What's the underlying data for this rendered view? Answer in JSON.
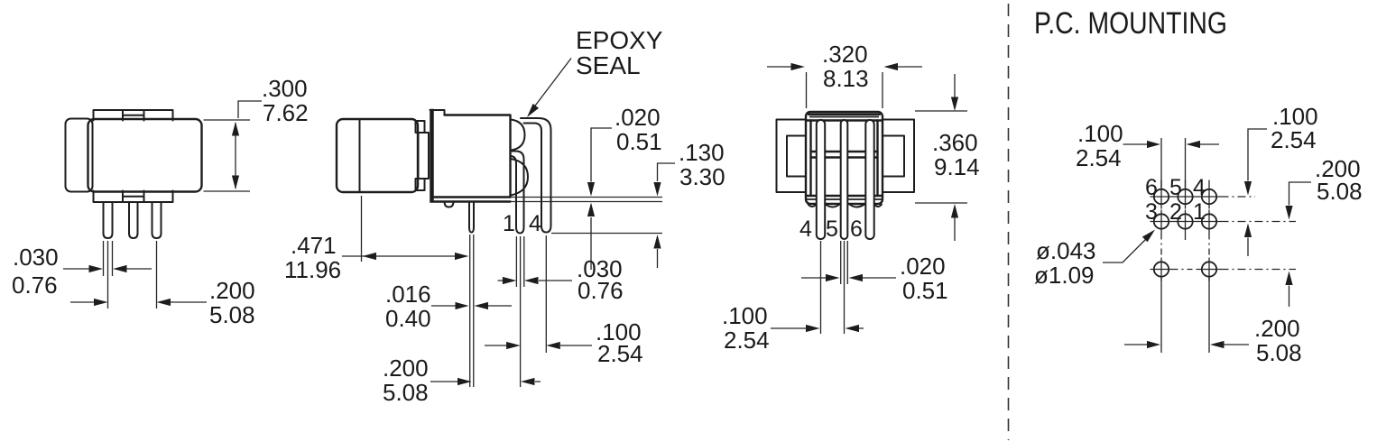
{
  "front_view": {
    "dims": {
      "body_height": {
        "in": ".300",
        "mm": "7.62"
      },
      "pin_width": {
        "in": ".030",
        "mm": "0.76"
      },
      "pin_span": {
        "in": ".200",
        "mm": "5.08"
      }
    }
  },
  "side_view": {
    "epoxy_seal_label": {
      "line1": "EPOXY",
      "line2": "SEAL"
    },
    "pin_labels": {
      "pin1": "1",
      "pin4": "4"
    },
    "dims": {
      "seal_thickness": {
        "in": ".020",
        "mm": "0.51"
      },
      "terminal_drop": {
        "in": ".130",
        "mm": "3.30"
      },
      "depth": {
        "in": ".471",
        "mm": "11.96"
      },
      "bracket_thickness": {
        "in": ".016",
        "mm": "0.40"
      },
      "bracket_to_pin": {
        "in": ".200",
        "mm": "5.08"
      },
      "pin_width": {
        "in": ".030",
        "mm": "0.76"
      },
      "row_pitch": {
        "in": ".100",
        "mm": "2.54"
      }
    }
  },
  "rear_view": {
    "pin_labels": {
      "pin4": "4",
      "pin5": "5",
      "pin6": "6"
    },
    "dims": {
      "body_width": {
        "in": ".320",
        "mm": "8.13"
      },
      "body_height": {
        "in": ".360",
        "mm": "9.14"
      },
      "pin_thickness": {
        "in": ".020",
        "mm": "0.51"
      },
      "pin_pitch": {
        "in": ".100",
        "mm": "2.54"
      }
    }
  },
  "pc_mounting": {
    "title": "P.C. MOUNTING",
    "hole_labels": {
      "h1": "1",
      "h2": "2",
      "h3": "3",
      "h4": "4",
      "h5": "5",
      "h6": "6"
    },
    "dims": {
      "column_pitch": {
        "in": ".100",
        "mm": "2.54"
      },
      "row1_row2_pitch": {
        "in": ".100",
        "mm": "2.54"
      },
      "row2_row3_pitch": {
        "in": ".200",
        "mm": "5.08"
      },
      "column_span": {
        "in": ".200",
        "mm": "5.08"
      },
      "hole_diameter": {
        "in": "ø.043",
        "mm": "ø1.09"
      }
    }
  }
}
